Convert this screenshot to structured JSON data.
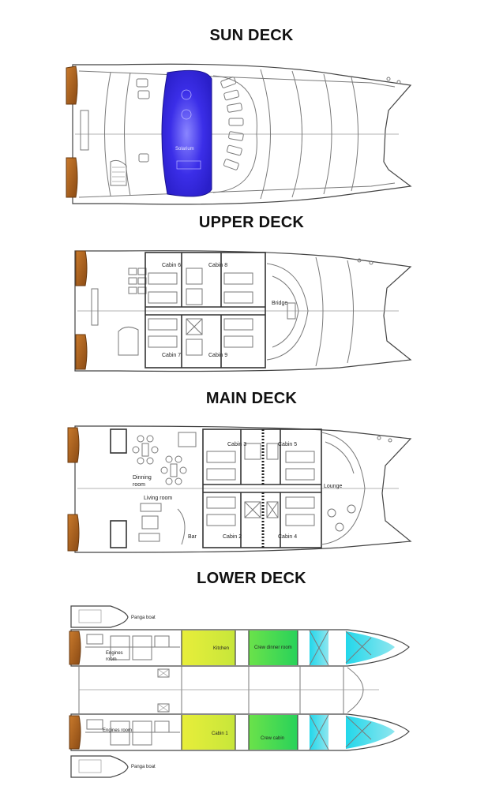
{
  "decks": {
    "sun": {
      "title": "SUN DECK",
      "labels": {
        "solarium": "Solarium"
      }
    },
    "upper": {
      "title": "UPPER DECK",
      "labels": {
        "cabin6": "Cabin 6",
        "cabin8": "Cabin 8",
        "cabin7": "Cabin 7",
        "cabin9": "Cabin 9",
        "bridge": "Bridge"
      }
    },
    "main": {
      "title": "MAIN DECK",
      "labels": {
        "cabin3": "Cabin 3",
        "cabin5": "Cabin 5",
        "cabin2": "Cabin 2",
        "cabin4": "Cabin 4",
        "dinning": "Dinning",
        "room": "room",
        "living": "Living room",
        "bar": "Bar",
        "lounge": "Lounge"
      }
    },
    "lower": {
      "title": "LOWER DECK",
      "labels": {
        "panga_top": "Panga boat",
        "panga_bottom": "Panga boat",
        "engines_top_1": "Engines",
        "engines_top_2": "room",
        "engines_bottom": "Engines room",
        "kitchen": "Kitchen",
        "crew_dinner": "Crew dinner room",
        "cabin1": "Cabin 1",
        "crew_cabin": "Crew cabin"
      }
    }
  },
  "colors": {
    "solarium": "#3a2de0",
    "wood": "#b5651d",
    "yellow": "#e8f03a",
    "green": "#3bd84a",
    "cyan": "#2fd3e6"
  }
}
